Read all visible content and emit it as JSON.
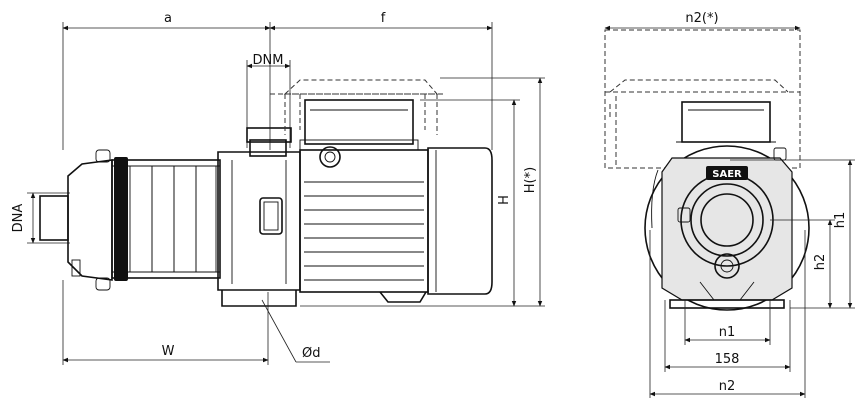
{
  "labels": {
    "a": "a",
    "f": "f",
    "dnm": "DNM",
    "dna": "DNA",
    "h": "H",
    "h_star": "H(*)",
    "w": "W",
    "od": "Ød",
    "n2_star": "n2(*)",
    "h1": "h1",
    "h2": "h2",
    "n1": "n1",
    "width_158": "158",
    "n2": "n2",
    "brand": "SAER"
  }
}
